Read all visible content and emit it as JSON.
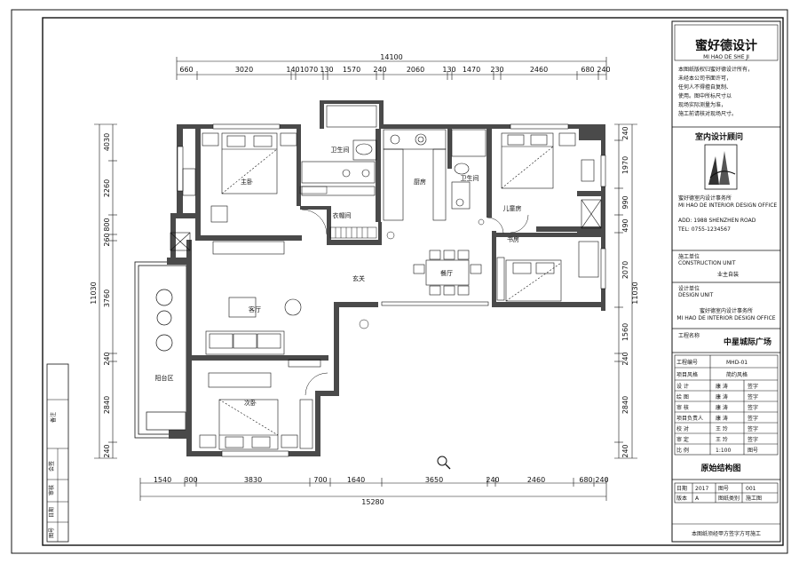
{
  "drawing": {
    "overall_top": "14100",
    "overall_bottom": "15280",
    "overall_left": "11030",
    "overall_right": "11030",
    "top_dims": [
      "660",
      "3020",
      "140",
      "1070",
      "130",
      "1570",
      "240",
      "2060",
      "130",
      "1470",
      "230",
      "2460",
      "680",
      "240"
    ],
    "bottom_dims": [
      "1540",
      "300",
      "3830",
      "700",
      "1640",
      "3650",
      "240",
      "2460",
      "680",
      "240"
    ],
    "left_dims": [
      "4030",
      "2260",
      "800",
      "260",
      "3760",
      "240",
      "2840",
      "240"
    ],
    "right_dims": [
      "240",
      "1970",
      "990",
      "490",
      "2070",
      "1560",
      "240",
      "2840",
      "240"
    ],
    "rooms": {
      "master": "主卧",
      "bath": "卫生间",
      "closet": "衣帽间",
      "kitchen": "厨房",
      "wc": "卫生间",
      "kids": "儿童房",
      "entry": "玄关",
      "dining": "餐厅",
      "living": "客厅",
      "balcony": "阳台区",
      "second": "次卧",
      "study": "书房"
    }
  },
  "title_block": {
    "logo_text": "蜜好德设计",
    "logo_sub": "MI HAO DE SHE JI",
    "notice": [
      "本图纸版权归蜜好德设计所有，",
      "未经本公司书面许可，",
      "任何人不得擅自复制、",
      "使用。图中所标尺寸以",
      "现场实际测量为准，",
      "施工前请核对现场尺寸。"
    ],
    "section_design": "室内设计顾问",
    "company_name": "蜜好德室内设计事务所",
    "company_name_en": "MI HAO DE INTERIOR DESIGN OFFICE",
    "address_lines": [
      "ADD: 1988 SHENZHEN ROAD",
      "TEL: 0755-1234567"
    ],
    "consultant_label": "施工单位",
    "consultant_en": "CONSTRUCTION UNIT",
    "consultant_value": "业主自装",
    "designer_label": "设计单位",
    "designer_en": "DESIGN UNIT",
    "studio": "蜜好德室内设计事务所",
    "studio_en": "MI HAO DE INTERIOR DESIGN OFFICE",
    "project_label": "工程名称",
    "project_name": "中星城际广场",
    "drawing_no_label": "工程编号",
    "drawing_no": "MHD-01",
    "style_label": "项目风格",
    "style_value": "简约风格",
    "rows": [
      {
        "label": "设 计",
        "name": "康 涛",
        "sign": "签字"
      },
      {
        "label": "绘 图",
        "name": "康 涛",
        "sign": "签字"
      },
      {
        "label": "审 核",
        "name": "康 涛",
        "sign": "签字"
      },
      {
        "label": "项目负责人",
        "name": "康 涛",
        "sign": "签字"
      },
      {
        "label": "校 对",
        "name": "王 玲",
        "sign": "签字"
      },
      {
        "label": "审 定",
        "name": "王 玲",
        "sign": "签字"
      },
      {
        "label": "比 例",
        "name": "1:100",
        "sign": "图号"
      }
    ],
    "drawing_title": "原始结构图",
    "footer_cells": [
      "日期",
      "2017",
      "图号",
      "001",
      "版本",
      "A",
      "图纸类别",
      "施工图"
    ],
    "footer_note": "本图纸须经甲方签字方可施工"
  },
  "left_strip": [
    "备注",
    "会签",
    "审核",
    "日期",
    "图号"
  ],
  "icons": {
    "zoom": "magnifier-icon",
    "logo": "building-logo-icon"
  }
}
